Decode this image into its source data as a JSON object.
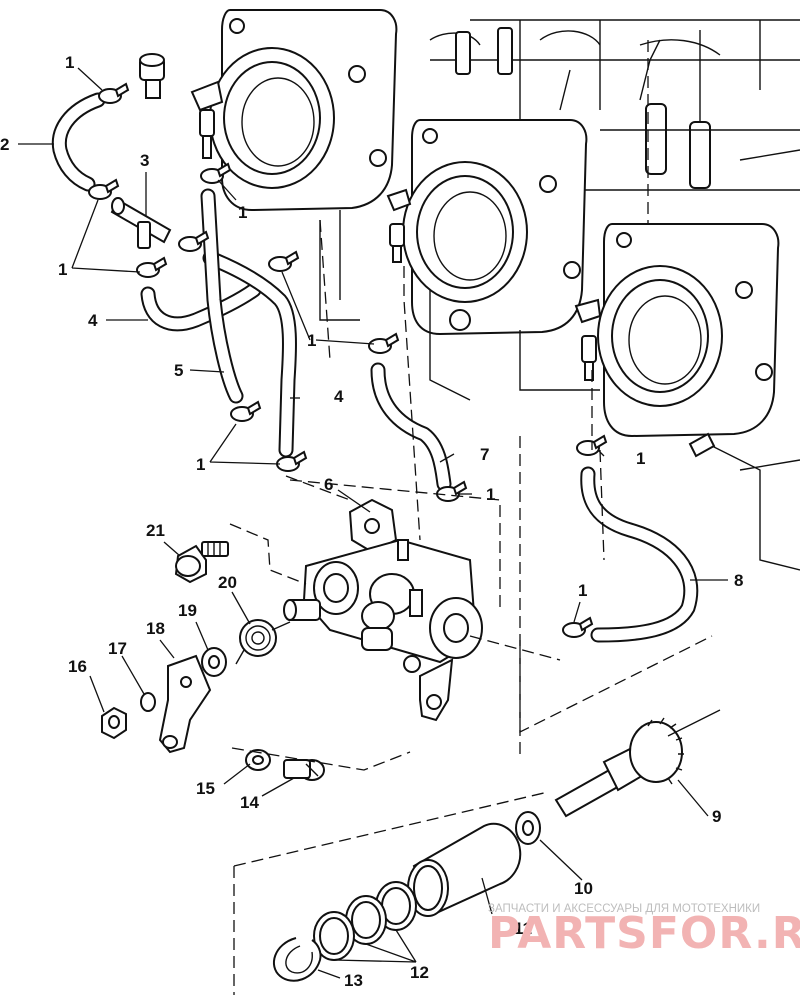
{
  "diagram": {
    "callouts": {
      "c1a": "1",
      "c2": "2",
      "c3": "3",
      "c1b": "1",
      "c1c": "1",
      "c4a": "4",
      "c1d": "1",
      "c5": "5",
      "c4b": "4",
      "c1e": "1",
      "c7": "7",
      "c1f": "1",
      "c6": "6",
      "c1g": "1",
      "c21": "21",
      "c8": "8",
      "c20": "20",
      "c1h": "1",
      "c19": "19",
      "c18": "18",
      "c17": "17",
      "c16": "16",
      "c15": "15",
      "c14": "14",
      "c9": "9",
      "c10": "10",
      "c11": "11",
      "c12": "12",
      "c13": "13"
    }
  },
  "watermark": {
    "tagline": "ЗАПЧАСТИ И АКСЕССУАРЫ ДЛЯ МОТОТЕХНИКИ",
    "brand": "PARTSFOR.RU",
    "color": "#e06060"
  }
}
